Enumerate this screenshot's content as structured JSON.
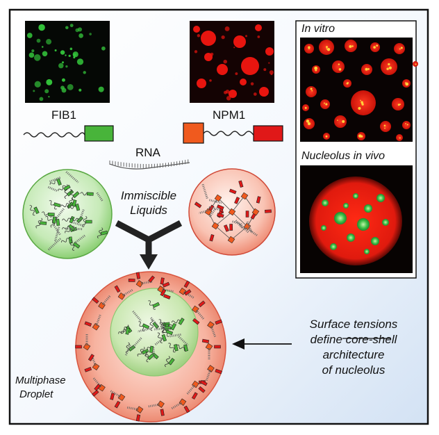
{
  "labels": {
    "fib1": "FIB1",
    "npm1": "NPM1",
    "rna": "RNA",
    "immiscible_1": "Immiscible",
    "immiscible_2": "Liquids",
    "in_vitro": "In vitro",
    "in_vivo": "Nucleolus in vivo",
    "multiphase_1": "Multiphase",
    "multiphase_2": "Droplet",
    "tension_1": "Surface tensions",
    "tension_2_pre": "define ",
    "tension_2_underlined": "core-shell",
    "tension_3": "architecture",
    "tension_4": "of nucleolus"
  },
  "colors": {
    "fib1_green": "#4caf3a",
    "npm1_red": "#e01818",
    "npm1_orange": "#f05a1e",
    "green_droplet": "#b7e3a6",
    "red_droplet": "#f7b7a6",
    "border": "#111111",
    "background_tint": "#dce8f6"
  }
}
